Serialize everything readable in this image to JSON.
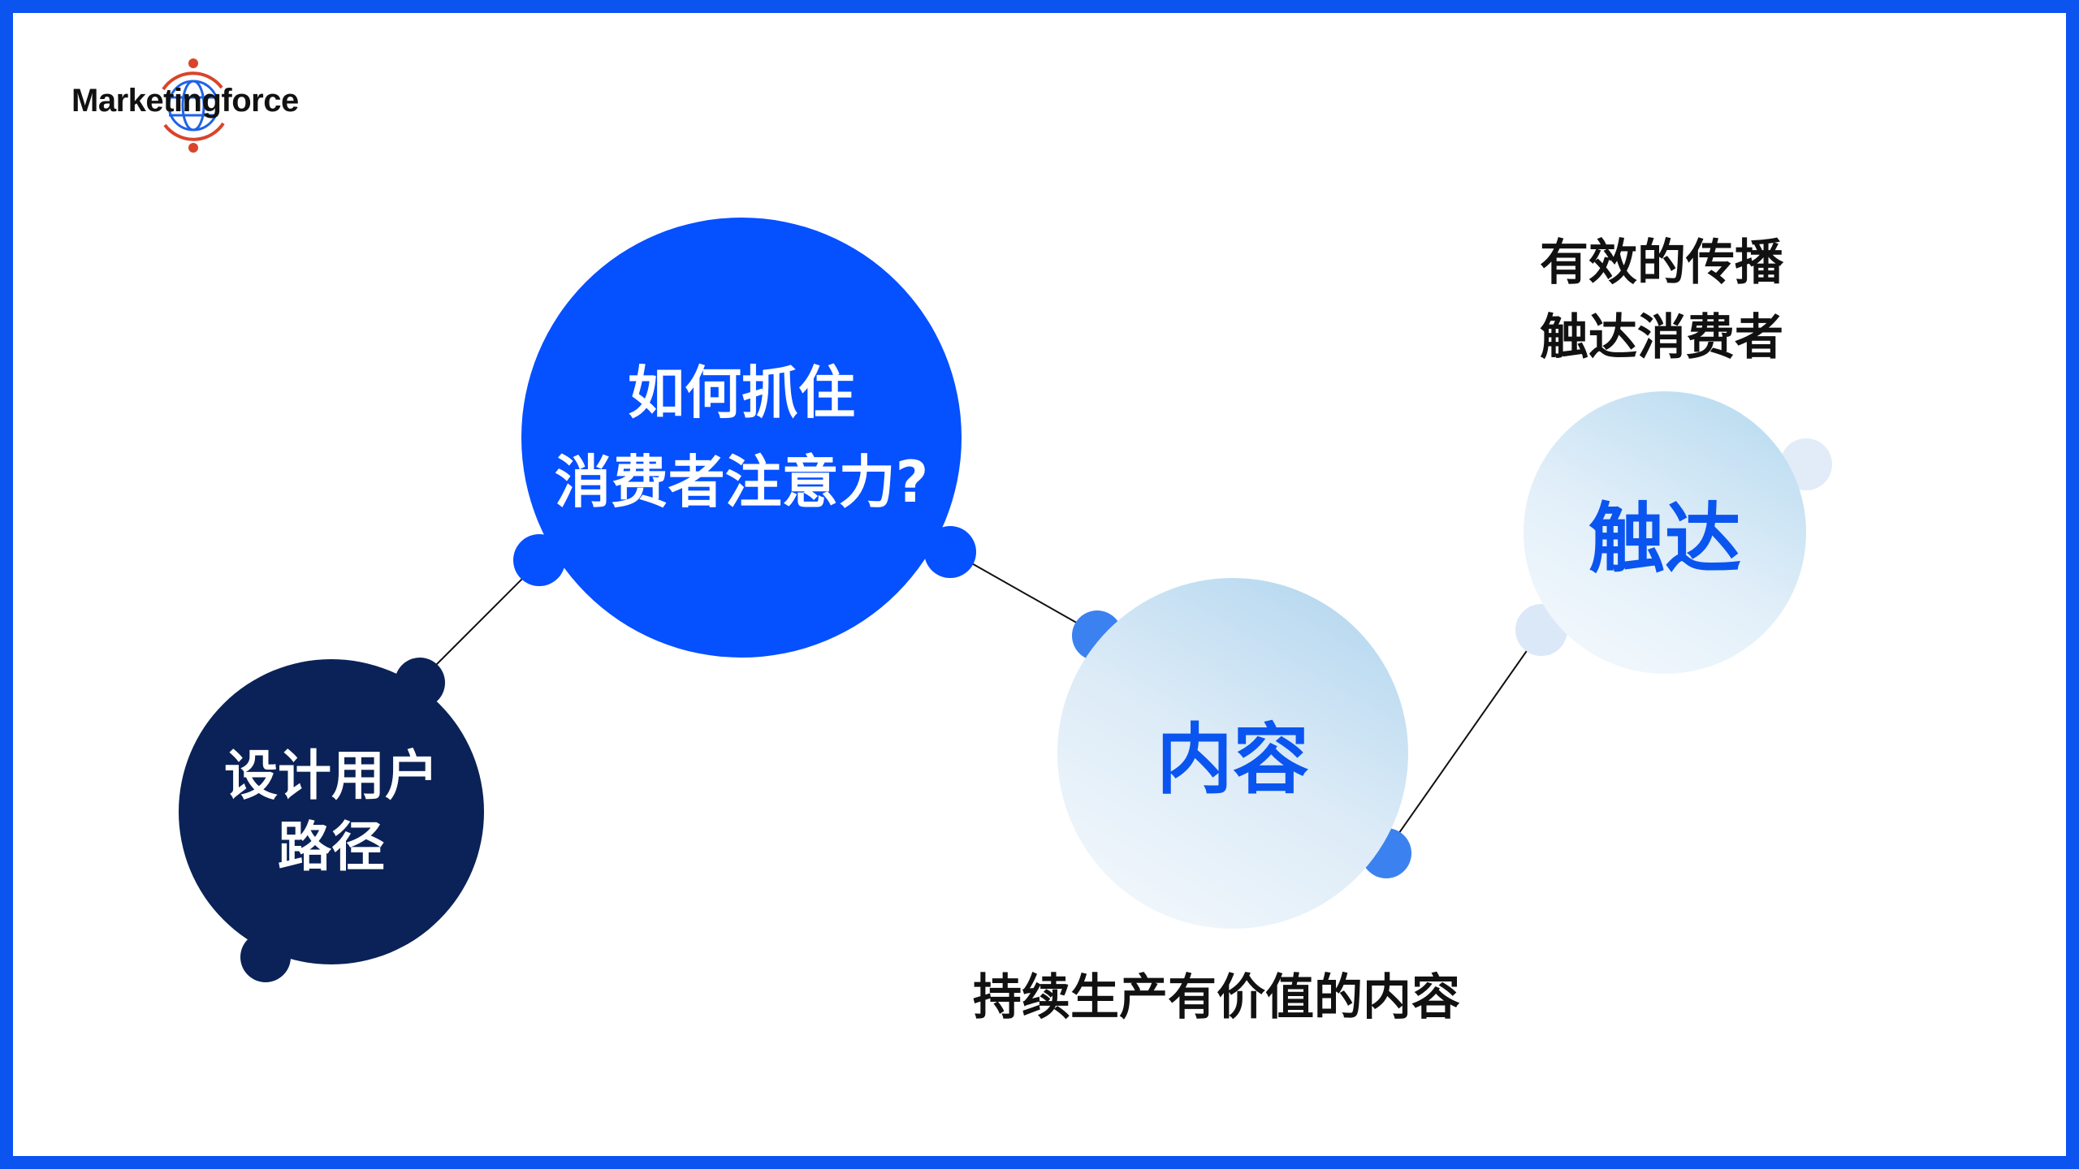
{
  "logo": {
    "text": "Marketingforce"
  },
  "nodes": {
    "path": {
      "line1": "设计用户",
      "line2": "路径"
    },
    "attention": {
      "line1": "如何抓住",
      "line2": "消费者注意力?"
    },
    "content": {
      "label": "内容",
      "caption": "持续生产有价值的内容"
    },
    "reach": {
      "label": "触达",
      "caption_line1": "有效的传播",
      "caption_line2": "触达消费者"
    }
  },
  "colors": {
    "border": "#0b54f0",
    "navy": "#0a2257",
    "blue": "#0550ff",
    "text_blue": "#0a55ef",
    "light_blue": "#aed4ee",
    "logo_accent": "#d9442b"
  }
}
